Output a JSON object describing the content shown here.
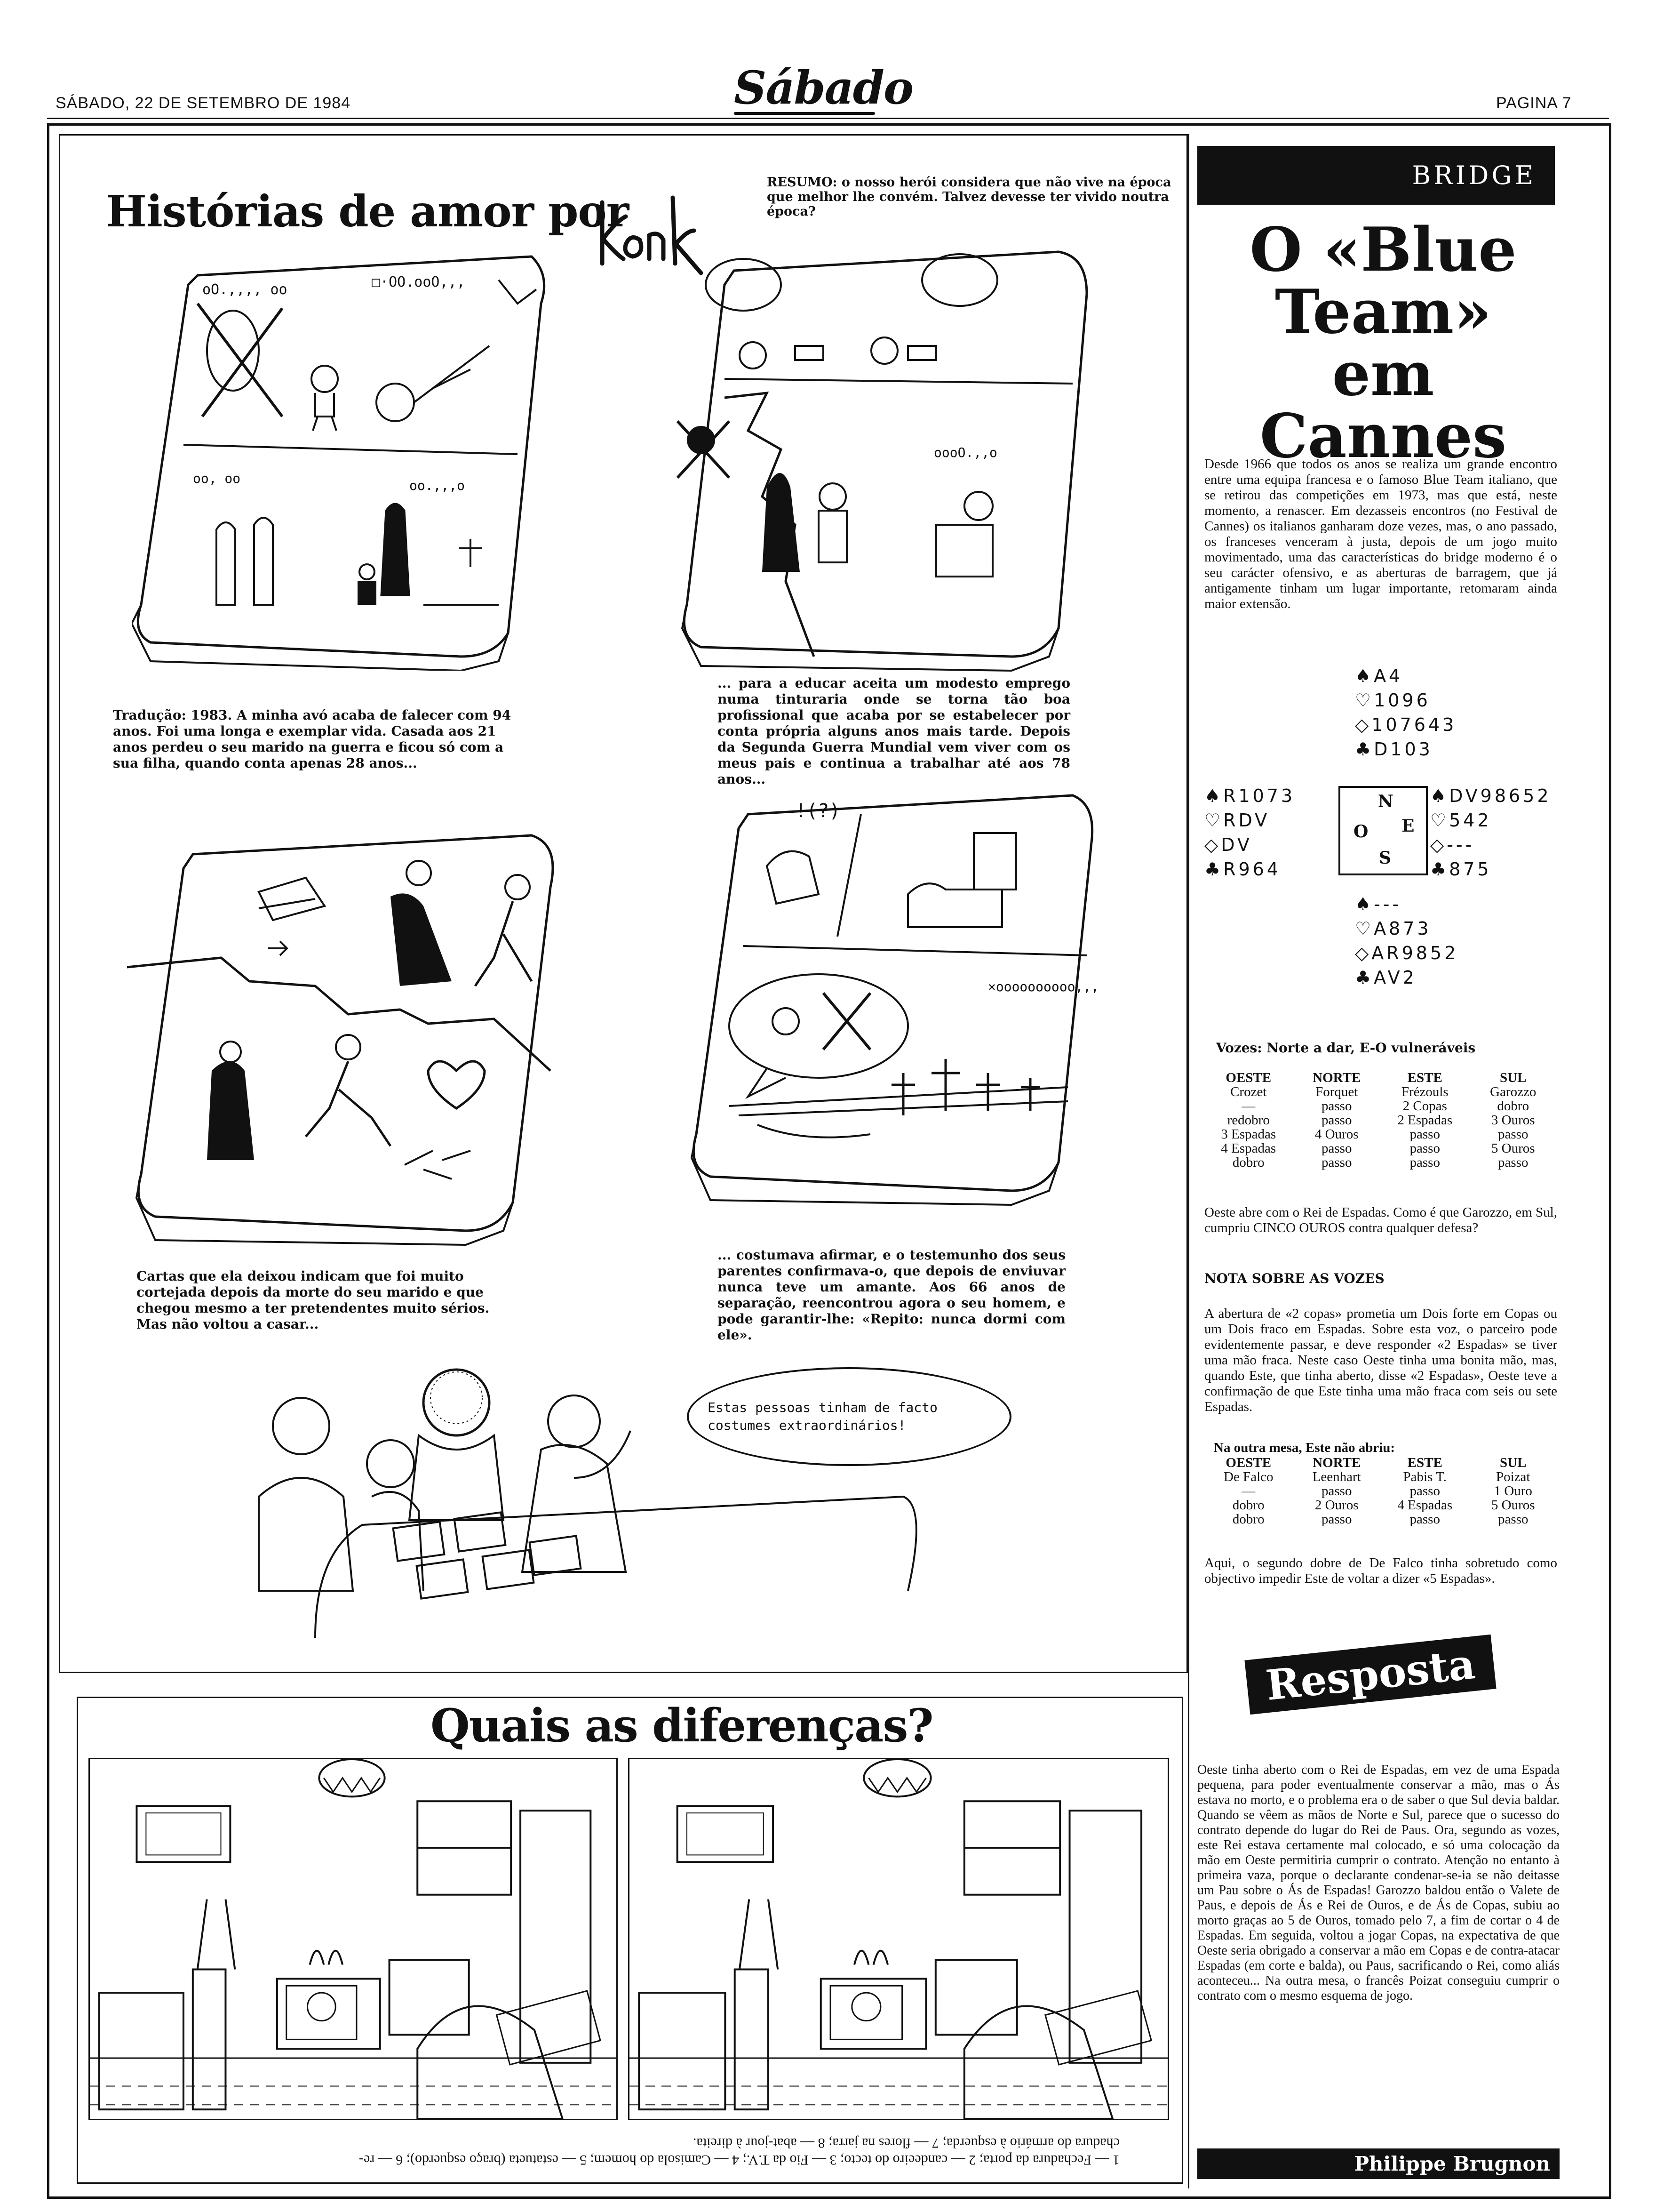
{
  "header": {
    "date": "SÁBADO, 22 DE SETEMBRO DE 1984",
    "logo": "Sábado",
    "page": "PAGINA 7"
  },
  "comic": {
    "title": "Histórias de amor por",
    "signature": "konk",
    "resumo": "RESUMO: o nosso herói considera que não vive na época que melhor lhe convém. Talvez devesse ter vivido noutra época?",
    "captions": [
      "Tradução: 1983. A minha avó acaba de falecer com 94 anos. Foi uma longa e exemplar vida. Casada aos 21 anos perdeu o seu marido na guerra e ficou só com a sua filha, quando conta apenas 28 anos...",
      "... para a educar aceita um modesto emprego numa tinturaria onde se torna tão boa profissional que acaba por se estabelecer por conta própria alguns anos mais tarde. Depois da Segunda Guerra Mundial vem viver com os meus pais e continua a trabalhar até aos 78 anos...",
      "Cartas que ela deixou indicam que foi muito cortejada depois da morte do seu marido e que chegou mesmo a ter pretendentes muito sérios. Mas não voltou a casar...",
      "... costumava afirmar, e o testemunho dos seus parentes confirmava-o, que depois de enviuvar nunca teve um amante. Aos 66 anos de separação, reencontrou agora o seu homem, e pode garantir-lhe: «Repito: nunca dormi com ele»."
    ],
    "bubble": "Estas pessoas tinham de facto costumes extraordinários!",
    "scribbles": [
      "oO.,,,, oo",
      "□·OO.ooO,,,",
      "oo, oo",
      "oo.,,,o",
      "oooO.,,o",
      "!(?)",
      "×oooooooooo,,,"
    ]
  },
  "differences": {
    "title": "Quais as diferenças?",
    "answer_line1": "1 — Fechadura da porta; 2 — candeeiro do tecto; 3 — Fio da T.V.; 4 — Camisola do homem; 5 — estatueta (braço esquerdo); 6 — re-",
    "answer_line2": "chadura do armário à esquerda; 7 — flores na jarra; 8 — abat-jour à direita."
  },
  "bridge": {
    "band": "BRIDGE",
    "title_lines": [
      "O «Blue",
      "Team»",
      "em Cannes"
    ],
    "intro": "Desde 1966 que todos os anos se realiza um grande encontro entre uma equipa francesa e o famoso Blue Team italiano, que se retirou das competições em 1973, mas que está, neste momento, a renascer. Em dezasseis encontros (no Festival de Cannes) os italianos ganharam doze vezes, mas, o ano passado, os franceses venceram à justa, depois de um jogo muito movimentado, uma das características do bridge moderno é o seu carácter ofensivo, e as aberturas de barragem, que já antigamente tinham um lugar importante, retomaram ainda maior extensão.",
    "north": [
      "♠A4",
      "♡1096",
      "◇107643",
      "♣D103"
    ],
    "west": [
      "♠R1073",
      "♡RDV",
      "◇DV",
      "♣R964"
    ],
    "east": [
      "♠DV98652",
      "♡542",
      "◇---",
      "♣875"
    ],
    "south": [
      "♠---",
      "♡A873",
      "◇AR9852",
      "♣AV2"
    ],
    "compass": {
      "n": "N",
      "o": "O",
      "e": "E",
      "s": "S"
    },
    "vozes_label": "Vozes: Norte a dar, E-O vulneráveis",
    "table1": {
      "headers": [
        "OESTE",
        "NORTE",
        "ESTE",
        "SUL"
      ],
      "players": [
        "Crozet",
        "Forquet",
        "Frézouls",
        "Garozzo"
      ],
      "rows": [
        [
          "—",
          "passo",
          "2 Copas",
          "dobro"
        ],
        [
          "redobro",
          "passo",
          "2 Espadas",
          "3 Ouros"
        ],
        [
          "3 Espadas",
          "4 Ouros",
          "passo",
          "passo"
        ],
        [
          "4 Espadas",
          "passo",
          "passo",
          "5 Ouros"
        ],
        [
          "dobro",
          "passo",
          "passo",
          "passo"
        ]
      ]
    },
    "problem": "Oeste abre com o Rei de Espadas. Como é que Garozzo, em Sul, cumpriu CINCO OUROS contra qualquer defesa?",
    "note_title": "NOTA SOBRE AS VOZES",
    "note": "A abertura de «2 copas» prometia um Dois forte em Copas ou um Dois fraco em Espadas. Sobre esta voz, o parceiro pode evidentemente passar, e deve responder «2 Espadas» se tiver uma mão fraca. Neste caso Oeste tinha uma bonita mão, mas, quando Este, que tinha aberto, disse «2 Espadas», Oeste teve a confirmação de que Este tinha uma mão fraca com seis ou sete Espadas.",
    "other_table_label": "Na outra mesa, Este não abriu:",
    "table2": {
      "headers": [
        "OESTE",
        "NORTE",
        "ESTE",
        "SUL"
      ],
      "players": [
        "De Falco",
        "Leenhart",
        "Pabis T.",
        "Poizat"
      ],
      "rows": [
        [
          "—",
          "passo",
          "passo",
          "1 Ouro"
        ],
        [
          "dobro",
          "2 Ouros",
          "4 Espadas",
          "5 Ouros"
        ],
        [
          "dobro",
          "passo",
          "passo",
          "passo"
        ]
      ]
    },
    "note2": "Aqui, o segundo dobre de De Falco tinha sobretudo como objectivo impedir Este de voltar a dizer «5 Espadas».",
    "resposta_label": "Resposta",
    "resposta": "Oeste tinha aberto com o Rei de Espadas, em vez de uma Espada pequena, para poder eventualmente conservar a mão, mas o Ás estava no morto, e o problema era o de saber o que Sul devia baldar. Quando se vêem as mãos de Norte e Sul, parece que o sucesso do contrato depende do lugar do Rei de Paus. Ora, segundo as vozes, este Rei estava certamente mal colocado, e só uma colocação da mão em Oeste permitiria cumprir o contrato. Atenção no entanto à primeira vaza, porque o declarante condenar-se-ia se não deitasse um Pau sobre o Ás de Espadas! Garozzo baldou então o Valete de Paus, e depois de Ás e Rei de Ouros, e de Ás de Copas, subiu ao morto graças ao 5 de Ouros, tomado pelo 7, a fim de cortar o 4 de Espadas. Em seguida, voltou a jogar Copas, na expectativa de que Oeste seria obrigado a conservar a mão em Copas e de contra-atacar Espadas (em corte e balda), ou Paus, sacrificando o Rei, como aliás aconteceu... Na outra mesa, o francês Poizat conseguiu cumprir o contrato com o mesmo esquema de jogo.",
    "author": "Philippe Brugnon"
  }
}
